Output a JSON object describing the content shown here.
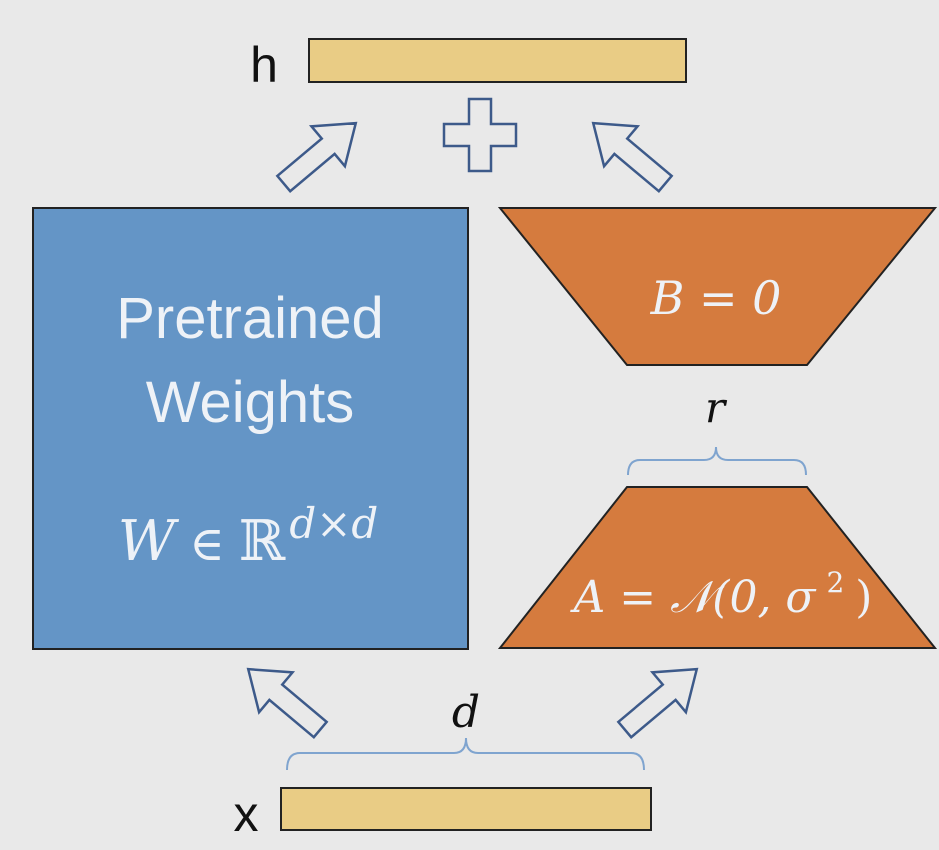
{
  "labels": {
    "h": "h",
    "x": "x",
    "pretrained_line1": "Pretrained",
    "pretrained_line2": "Weights",
    "weight_var": "W",
    "weight_in": "∈",
    "weight_space": "ℝ",
    "weight_exp": "d×d",
    "b_label": "B = 0",
    "a_label_main": "A = 𝒩(0, σ",
    "a_label_sup": "2",
    "a_label_close": ")",
    "r_label": "r",
    "d_label": "d"
  },
  "colors": {
    "background": "#e9e9e9",
    "bar_fill": "#e9cc85",
    "pretrained_fill": "#6495c6",
    "lora_fill": "#d57b3e",
    "arrow_stroke": "#3d5a8a",
    "brace_stroke": "#7fa4cf",
    "outline": "#222222",
    "light_text": "#eef2f7",
    "dark_text": "#111111"
  },
  "icons": {
    "plus": "plus-icon",
    "arrow": "arrow-icon"
  }
}
